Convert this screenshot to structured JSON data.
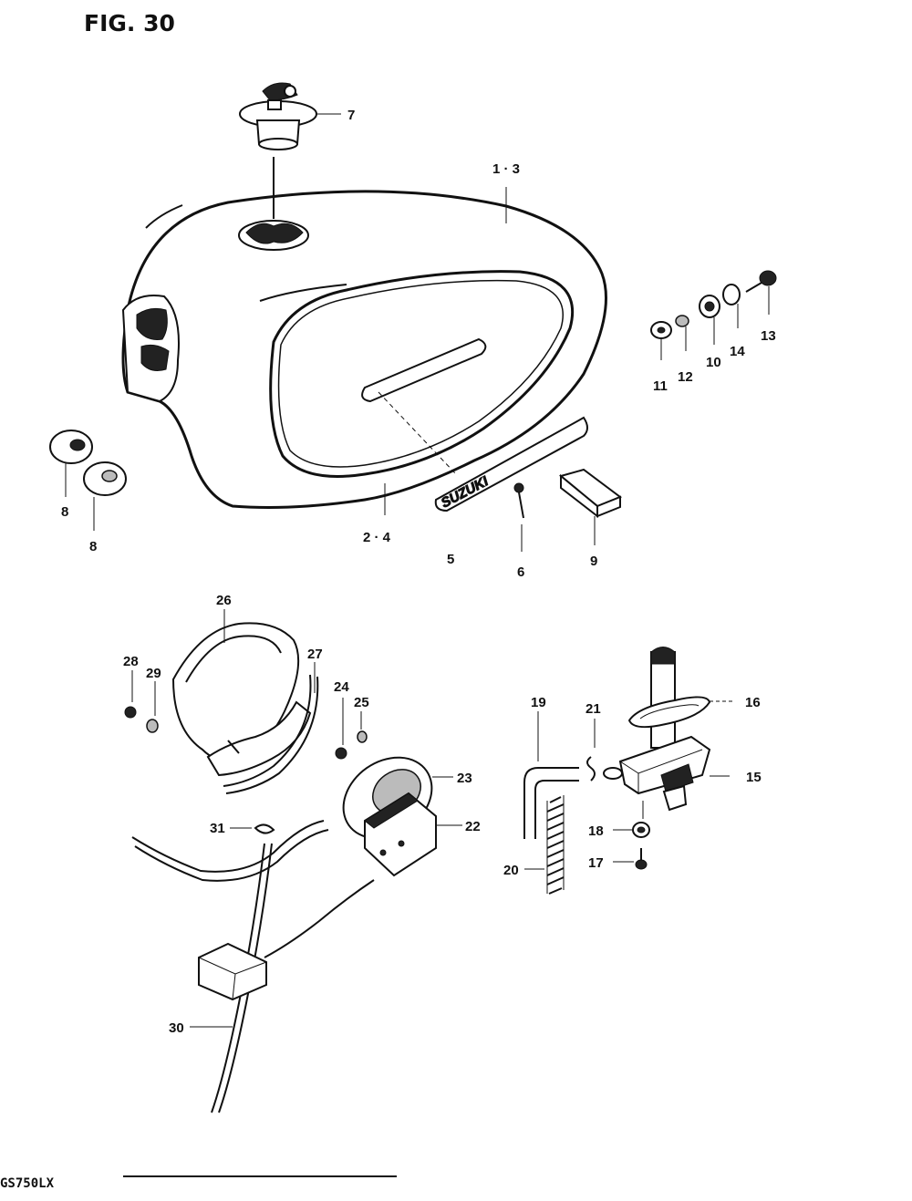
{
  "figure": {
    "title": "FIG. 30",
    "model": "GS750LX"
  },
  "callouts": {
    "c1_3": "1 · 3",
    "c2_4": "2 · 4",
    "c5": "5",
    "c6": "6",
    "c7": "7",
    "c8a": "8",
    "c8b": "8",
    "c9": "9",
    "c10": "10",
    "c11": "11",
    "c12": "12",
    "c13": "13",
    "c14": "14",
    "c15": "15",
    "c16": "16",
    "c17": "17",
    "c18": "18",
    "c19": "19",
    "c20": "20",
    "c21": "21",
    "c22": "22",
    "c23": "23",
    "c24": "24",
    "c25": "25",
    "c26": "26",
    "c27": "27",
    "c28": "28",
    "c29": "29",
    "c30": "30",
    "c31": "31"
  },
  "emblem": {
    "brand": "SUZUKI"
  }
}
